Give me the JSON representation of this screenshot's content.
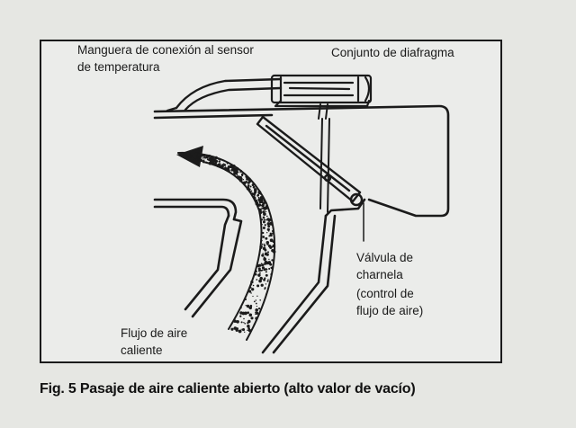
{
  "labels": {
    "hose": [
      "Manguera de conexión al sensor",
      "de temperatura"
    ],
    "diaphragm": "Conjunto de diafragma",
    "valve": [
      "Válvula de",
      "charnela",
      "(control de",
      "flujo de aire)"
    ],
    "flow": [
      "Flujo de aire",
      "caliente"
    ]
  },
  "caption": "Fig. 5 Pasaje de aire caliente abierto (alto valor de vacío)",
  "colors": {
    "ink": "#1b1b1b",
    "paper": "#e6e7e3"
  }
}
